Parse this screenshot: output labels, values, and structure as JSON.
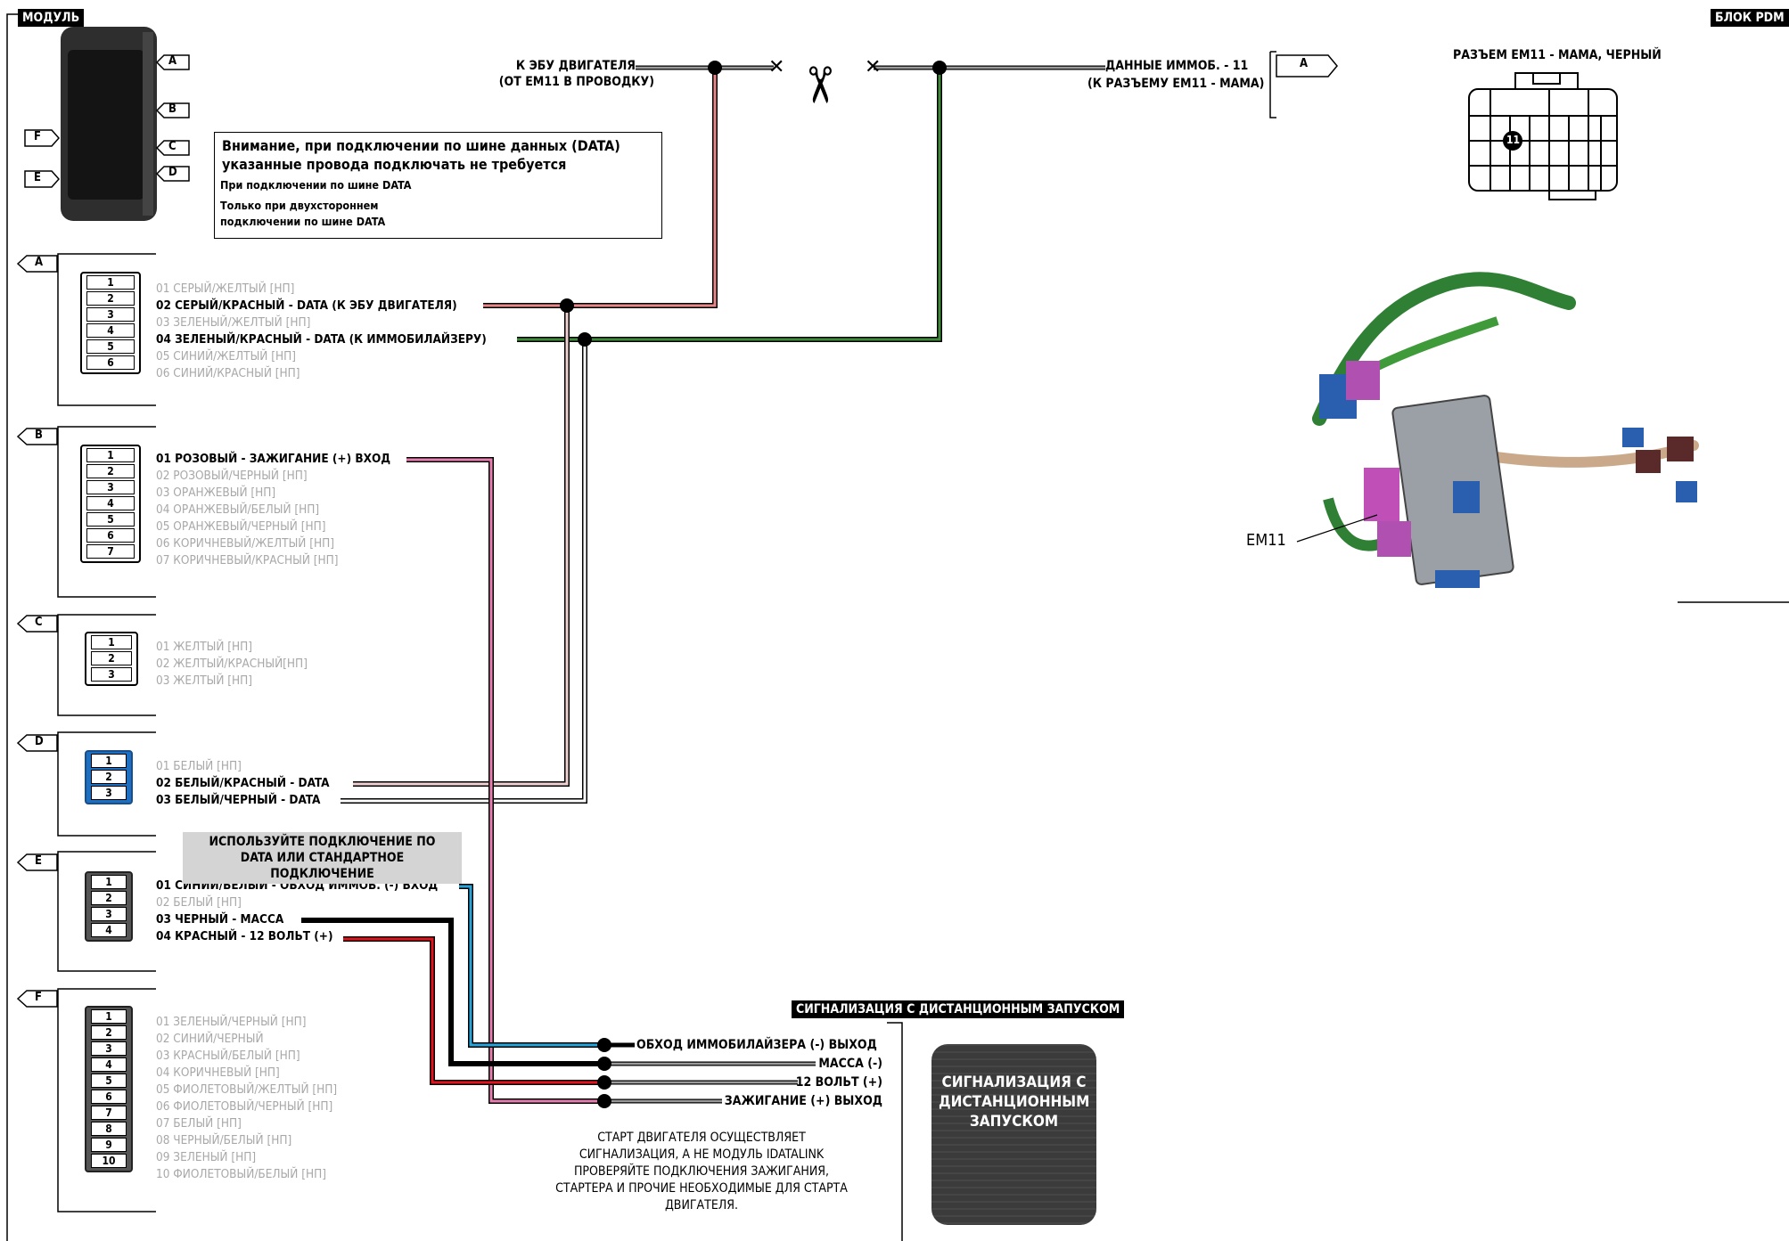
{
  "module_title": "МОДУЛЬ",
  "pdm_title": "БЛОК PDM",
  "module_ports": [
    "A",
    "B",
    "C",
    "D",
    "E",
    "F"
  ],
  "connectors": {
    "A": {
      "letter": "A",
      "pins": [
        {
          "num": "1",
          "label": "01 СЕРЫЙ/ЖЕЛТЫЙ [НП]",
          "active": false
        },
        {
          "num": "2",
          "label": "02 СЕРЫЙ/КРАСНЫЙ - DATA (К ЭБУ ДВИГАТЕЛЯ)",
          "active": true
        },
        {
          "num": "3",
          "label": "03 ЗЕЛЕНЫЙ/ЖЕЛТЫЙ [НП]",
          "active": false
        },
        {
          "num": "4",
          "label": "04 ЗЕЛЕНЫЙ/КРАСНЫЙ - DATA (К ИММОБИЛАЙЗЕРУ)",
          "active": true
        },
        {
          "num": "5",
          "label": "05 СИНИЙ/ЖЕЛТЫЙ [НП]",
          "active": false
        },
        {
          "num": "6",
          "label": "06 СИНИЙ/КРАСНЫЙ [НП]",
          "active": false
        }
      ]
    },
    "B": {
      "letter": "B",
      "pins": [
        {
          "num": "1",
          "label": "01 РОЗОВЫЙ - ЗАЖИГАНИЕ (+) ВХОД",
          "active": true
        },
        {
          "num": "2",
          "label": "02 РОЗОВЫЙ/ЧЕРНЫЙ [НП]",
          "active": false
        },
        {
          "num": "3",
          "label": "03 ОРАНЖЕВЫЙ [НП]",
          "active": false
        },
        {
          "num": "4",
          "label": "04 ОРАНЖЕВЫЙ/БЕЛЫЙ [НП]",
          "active": false
        },
        {
          "num": "5",
          "label": "05 ОРАНЖЕВЫЙ/ЧЕРНЫЙ [НП]",
          "active": false
        },
        {
          "num": "6",
          "label": "06 КОРИЧНЕВЫЙ/ЖЕЛТЫЙ [НП]",
          "active": false
        },
        {
          "num": "7",
          "label": "07 КОРИЧНЕВЫЙ/КРАСНЫЙ [НП]",
          "active": false
        }
      ]
    },
    "C": {
      "letter": "C",
      "pins": [
        {
          "num": "1",
          "label": "01 ЖЕЛТЫЙ [НП]",
          "active": false
        },
        {
          "num": "2",
          "label": "02 ЖЕЛТЫЙ/КРАСНЫЙ[НП]",
          "active": false
        },
        {
          "num": "3",
          "label": "03 ЖЕЛТЫЙ [НП]",
          "active": false
        }
      ]
    },
    "D": {
      "letter": "D",
      "pins": [
        {
          "num": "1",
          "label": "01 БЕЛЫЙ [НП]",
          "active": false
        },
        {
          "num": "2",
          "label": "02 БЕЛЫЙ/КРАСНЫЙ - DATA",
          "active": true
        },
        {
          "num": "3",
          "label": "03 БЕЛЫЙ/ЧЕРНЫЙ - DATA",
          "active": true
        }
      ]
    },
    "E": {
      "letter": "E",
      "pins": [
        {
          "num": "1",
          "label": "01 СИНИЙ/БЕЛЫЙ - ОБХОД ИММОБ. (-) ВХОД",
          "active": true
        },
        {
          "num": "2",
          "label": "02 БЕЛЫЙ [НП]",
          "active": false
        },
        {
          "num": "3",
          "label": "03 ЧЕРНЫЙ - МАССА",
          "active": true
        },
        {
          "num": "4",
          "label": "04 КРАСНЫЙ - 12 ВОЛЬТ (+)",
          "active": true
        }
      ]
    },
    "F": {
      "letter": "F",
      "pins": [
        {
          "num": "1",
          "label": "01 ЗЕЛЕНЫЙ/ЧЕРНЫЙ [НП]",
          "active": false
        },
        {
          "num": "2",
          "label": "02 СИНИЙ/ЧЕРНЫЙ",
          "active": false
        },
        {
          "num": "3",
          "label": "03 КРАСНЫЙ/БЕЛЫЙ [НП]",
          "active": false
        },
        {
          "num": "4",
          "label": "04 КОРИЧНЕВЫЙ [НП]",
          "active": false
        },
        {
          "num": "5",
          "label": "05 ФИОЛЕТОВЫЙ/ЖЕЛТЫЙ [НП]",
          "active": false
        },
        {
          "num": "6",
          "label": "06 ФИОЛЕТОВЫЙ/ЧЕРНЫЙ [НП]",
          "active": false
        },
        {
          "num": "7",
          "label": "07 БЕЛЫЙ [НП]",
          "active": false
        },
        {
          "num": "8",
          "label": "08 ЧЕРНЫЙ/БЕЛЫЙ [НП]",
          "active": false
        },
        {
          "num": "9",
          "label": "09 ЗЕЛЕНЫЙ [НП]",
          "active": false
        },
        {
          "num": "10",
          "label": "10 ФИОЛЕТОВЫЙ/БЕЛЫЙ [НП]",
          "active": false
        }
      ]
    }
  },
  "ecu_label_line1": "К ЭБУ ДВИГАТЕЛЯ",
  "ecu_label_line2": "(ОТ ЕМ11 В ПРОВОДКУ)",
  "immo_label_line1": "ДАННЫЕ ИММОБ. - 11",
  "immo_label_line2": "(К РАЗЪЕМУ ЕМ11 - МАМА)",
  "immo_connector_tag": "A",
  "note": {
    "title": "Внимание, при подключении по шине данных (DATA) указанные провода подключать не требуется",
    "row1": "При подключении по шине DATA",
    "row2_line1": "Только при двухстороннем",
    "row2_line2": "подключении по шине DATA"
  },
  "connector_em11_title": "РАЗЪЕМ ЕМ11 - МАМА, ЧЕРНЫЙ",
  "connector_em11_pin": "11",
  "em11_label": "EM11",
  "gray_note": "ИСПОЛЬЗУЙТЕ  ПОДКЛЮЧЕНИЕ ПО DATA ИЛИ  СТАНДАРТНОЕ ПОДКЛЮЧЕНИЕ",
  "alarm_section_title": "СИГНАЛИЗАЦИЯ С ДИСТАНЦИОННЫМ ЗАПУСКОМ",
  "alarm_box_text": "СИГНАЛИЗАЦИЯ С ДИСТАНЦИОННЫМ ЗАПУСКОМ",
  "alarm_outputs": [
    "ОБХОД ИММОБИЛАЙЗЕРА (-) ВЫХОД",
    "МАССА (-)",
    "12 ВОЛЬТ (+)",
    "ЗАЖИГАНИЕ (+) ВЫХОД"
  ],
  "start_note": "СТАРТ ДВИГАТЕЛЯ ОСУЩЕСТВЛЯЕТ СИГНАЛИЗАЦИЯ, А НЕ МОДУЛЬ IDATALINK ПРОВЕРЯЙТЕ ПОДКЛЮЧЕНИЯ ЗАЖИГАНИЯ, СТАРТЕРА И ПРОЧИЕ НЕОБХОДИМЫЕ ДЛЯ СТАРТА ДВИГАТЕЛЯ.",
  "colors": {
    "gray_red": "#e8878a",
    "gray_green": "#3f8a3a",
    "pink": "#e67fb0",
    "blue": "#2aa4d8",
    "black": "#000000",
    "red": "#e0141e",
    "gray": "#9a9a9a"
  }
}
